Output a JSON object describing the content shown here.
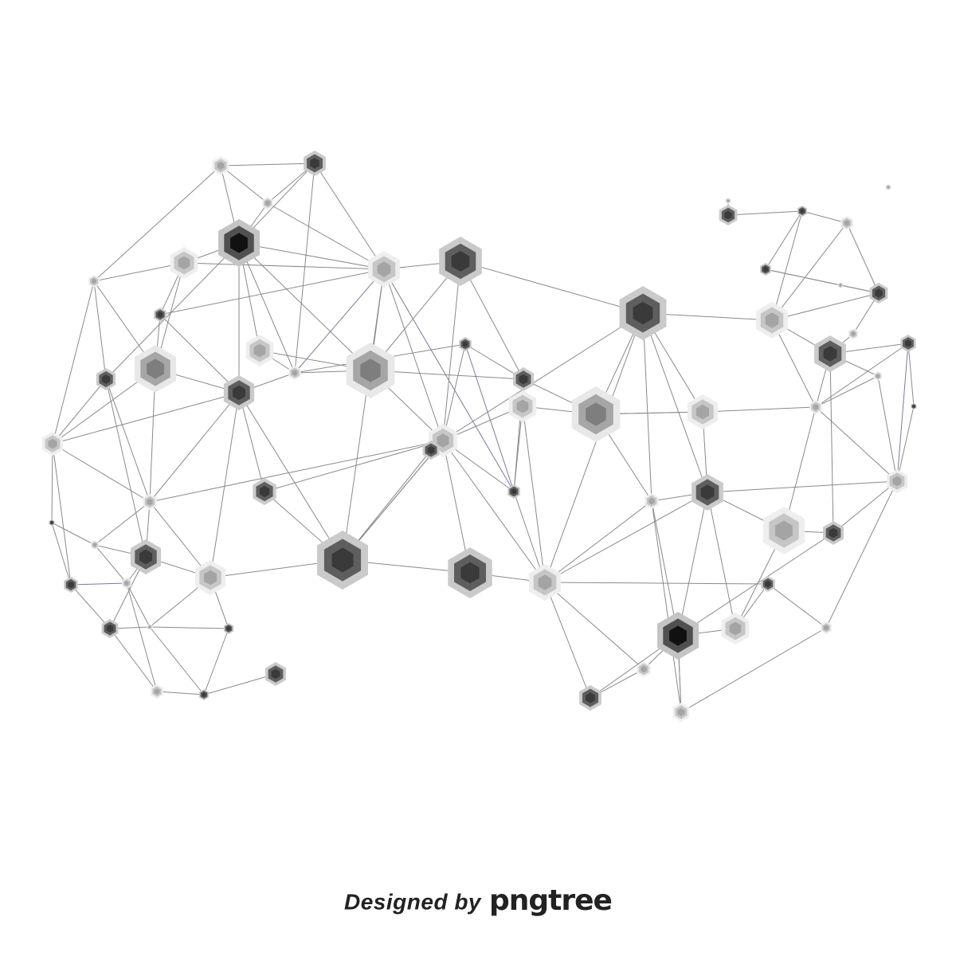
{
  "watermark": {
    "prefix": "Designed by",
    "brand": "pngtree"
  },
  "network": {
    "description": "abstract network of hexagon nodes connected by thin gray lines",
    "node_icon": "hexagon-node-icon",
    "edge_color": "#8a8a8a",
    "accent_edge_color": "#7a7a9e",
    "palettes": {
      "black": [
        "#c4c4c4",
        "#505050",
        "#111111"
      ],
      "dark": [
        "#cacaca",
        "#5e5e5e",
        "#3a3a3a"
      ],
      "mid": [
        "#e8e8e8",
        "#a6a6a6",
        "#7e7e7e"
      ],
      "light": [
        "#eeeeee",
        "#c6c6c6",
        "#a4a4a4"
      ]
    }
  }
}
